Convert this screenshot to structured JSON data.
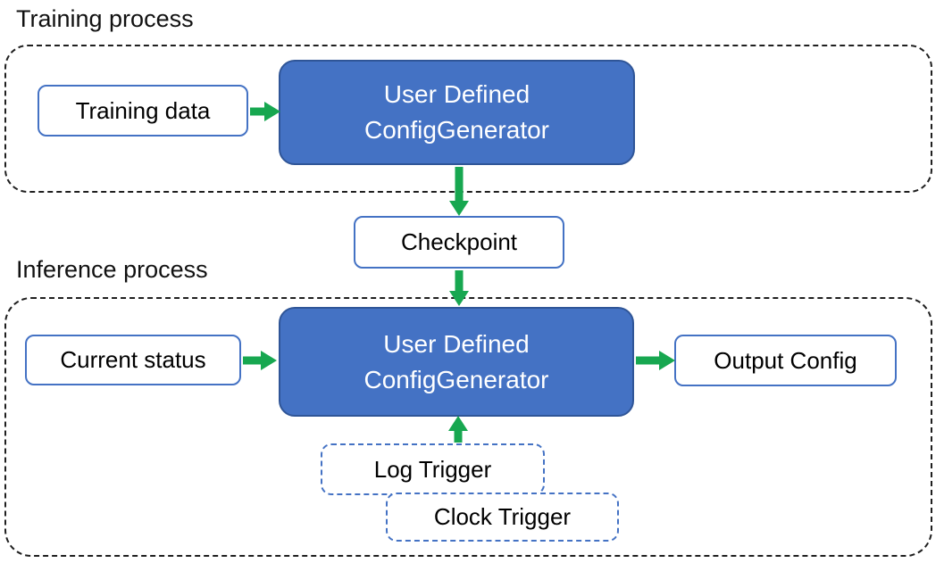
{
  "colors": {
    "node_fill": "#4472C4",
    "node_border": "#2F5597",
    "box_border": "#4472C4",
    "trigger_border": "#4472C4",
    "arrow": "#17A750",
    "container_border": "#1F1F1F",
    "text_dark": "#000000",
    "text_light": "#FFFFFF"
  },
  "sections": {
    "training": {
      "label": "Training process"
    },
    "inference": {
      "label": "Inference process"
    }
  },
  "nodes": {
    "training_data": {
      "label": "Training data"
    },
    "training_generator": {
      "line1": "User Defined",
      "line2": "ConfigGenerator"
    },
    "checkpoint": {
      "label": "Checkpoint"
    },
    "current_status": {
      "label": "Current status"
    },
    "inference_generator": {
      "line1": "User Defined",
      "line2": "ConfigGenerator"
    },
    "output_config": {
      "label": "Output Config"
    },
    "log_trigger": {
      "label": "Log Trigger"
    },
    "clock_trigger": {
      "label": "Clock Trigger"
    }
  },
  "edges": [
    {
      "from": "training_data",
      "to": "training_generator",
      "direction": "right"
    },
    {
      "from": "training_generator",
      "to": "checkpoint",
      "direction": "down"
    },
    {
      "from": "checkpoint",
      "to": "inference_generator",
      "direction": "down"
    },
    {
      "from": "current_status",
      "to": "inference_generator",
      "direction": "right"
    },
    {
      "from": "inference_generator",
      "to": "output_config",
      "direction": "right"
    },
    {
      "from": "log_trigger",
      "to": "inference_generator",
      "direction": "up"
    }
  ]
}
